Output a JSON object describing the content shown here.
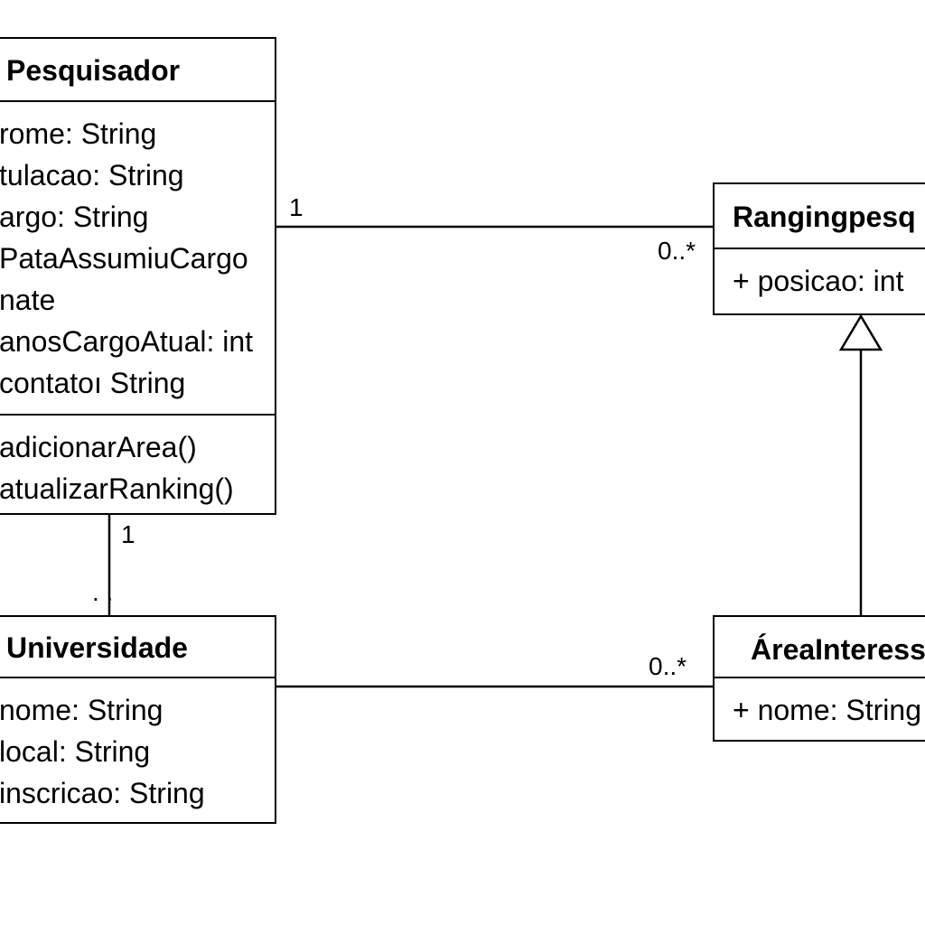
{
  "classes": {
    "pesquisador": {
      "name": "Pesquisador",
      "attributes": [
        "rome: String",
        "tulacao: String",
        "argo: String",
        "PataAssumiuCargo",
        "nate",
        "anosCargoAtual: int",
        "contatoı String"
      ],
      "operations": [
        "adicionarArea()",
        "atualizarRanking()"
      ]
    },
    "universidade": {
      "name": "Universidade",
      "attributes": [
        "nome: String",
        "local: String",
        "inscricao: String"
      ]
    },
    "rangingpesq": {
      "name": "Rangingpesq",
      "attributes": [
        "+ posicao: int"
      ]
    },
    "areainteresse": {
      "name": "ÁreaInteresse",
      "attributes": [
        "+ nome: String"
      ]
    }
  },
  "multiplicities": {
    "pesq_rank_source": "1",
    "pesq_rank_target": "0..*",
    "pesq_univ_source": "1",
    "pesq_univ_target": ". .",
    "univ_area_target": "0..*"
  }
}
